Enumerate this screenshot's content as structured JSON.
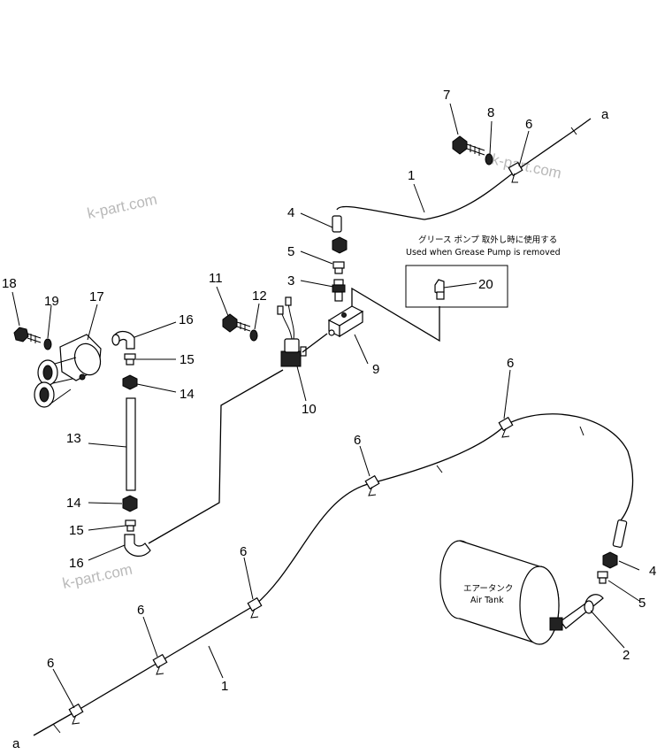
{
  "note": {
    "line1": "グリース ポンプ 取外し時に使用する",
    "line2": "Used when Grease Pump is removed"
  },
  "tank": {
    "line1": "エアータンク",
    "line2": "Air Tank"
  },
  "pipe_end_marker": "a",
  "watermark": "k-part.com",
  "callouts": {
    "c1a": "1",
    "c1b": "1",
    "c2": "2",
    "c3": "3",
    "c4a": "4",
    "c4b": "4",
    "c5a": "5",
    "c5b": "5",
    "c6a": "6",
    "c6b": "6",
    "c6c": "6",
    "c6d": "6",
    "c6e": "6",
    "c6f": "6",
    "c7": "7",
    "c8": "8",
    "c9": "9",
    "c10": "10",
    "c11": "11",
    "c12": "12",
    "c13": "13",
    "c14a": "14",
    "c14b": "14",
    "c15a": "15",
    "c15b": "15",
    "c16a": "16",
    "c16b": "16",
    "c17": "17",
    "c18": "18",
    "c19": "19",
    "c20": "20"
  }
}
